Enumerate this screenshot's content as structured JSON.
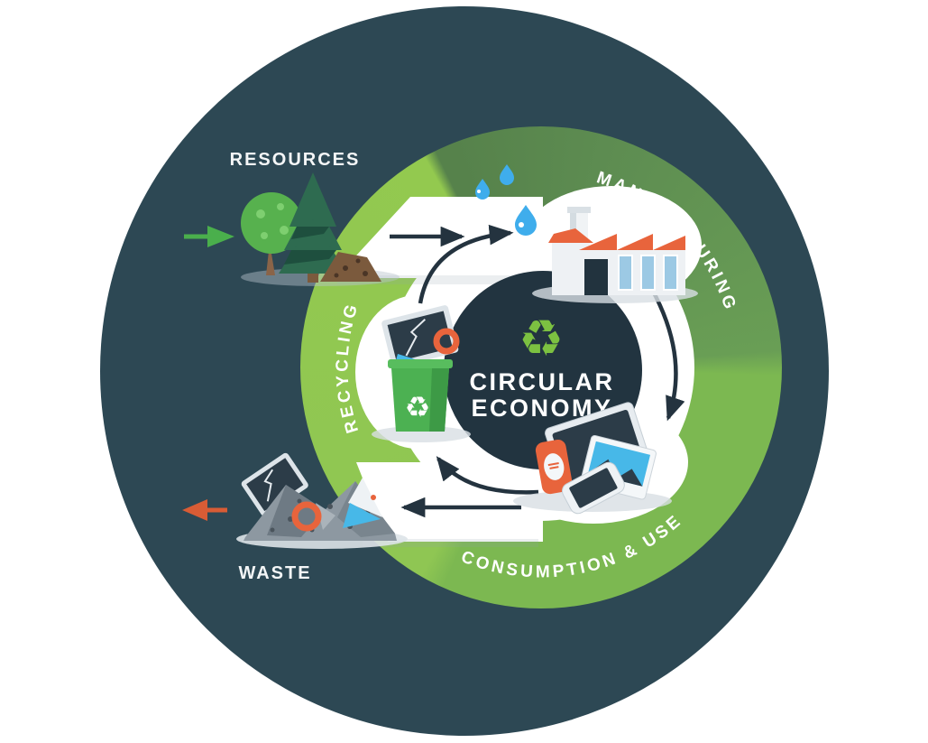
{
  "title": "Circular Economy diagram",
  "center": {
    "line1": "CIRCULAR",
    "line2": "ECONOMY"
  },
  "ring_labels": {
    "manufacturing": "MANUFACTURING",
    "consumption_use": "CONSUMPTION & USE",
    "recycling": "RECYCLING"
  },
  "flow_labels": {
    "resources": "RESOURCES",
    "waste": "WASTE"
  },
  "icons": {
    "recycle": "♻"
  },
  "colors": {
    "background_circle": "#2d4854",
    "center_circle": "#223440",
    "ring_manufacturing": "#5d8c51",
    "ring_consumption": "#7cb851",
    "ring_recycling": "#8fc653",
    "center_recycle_icon": "#7cc141",
    "flow_arrows": "#24333f",
    "resources_in_arrow": "#4aaf4c",
    "waste_out_arrow": "#d85c35",
    "label_text": "#ffffff"
  }
}
